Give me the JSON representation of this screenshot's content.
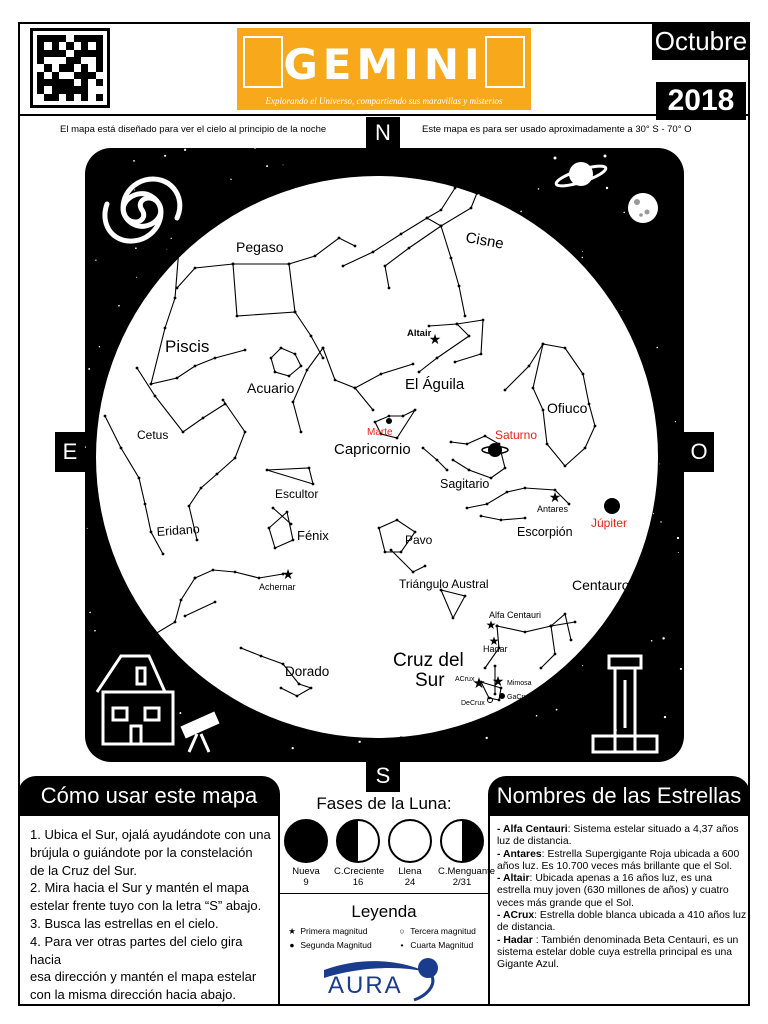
{
  "header": {
    "logo_text": "GEMINI",
    "logo_tagline": "Explorando el Universo, compartiendo sus maravillas y misterios",
    "month": "Octubre",
    "year": "2018"
  },
  "notes": {
    "left": "El mapa está diseñado para ver el cielo al principio de la noche",
    "right": "Este mapa es para ser usado aproximadamente a 30° S - 70° O"
  },
  "directions": {
    "north": "N",
    "south": "S",
    "east": "E",
    "west": "O"
  },
  "map": {
    "url": "www.gemini.edu",
    "constellations": [
      {
        "label": "Cisne"
      },
      {
        "label": "Pegaso"
      },
      {
        "label": "Piscis"
      },
      {
        "label": "Acuario"
      },
      {
        "label": "El Águila"
      },
      {
        "label": "Ofiuco"
      },
      {
        "label": "Cetus"
      },
      {
        "label": "Capricornio"
      },
      {
        "label": "Sagitario"
      },
      {
        "label": "Escultor"
      },
      {
        "label": "Escorpión"
      },
      {
        "label": "Eridano"
      },
      {
        "label": "Fénix"
      },
      {
        "label": "Pavo"
      },
      {
        "label": "Centauro"
      },
      {
        "label": "Triángulo Austral"
      },
      {
        "label": "Dorado"
      },
      {
        "label": "Cruz del"
      },
      {
        "label": "Sur"
      }
    ],
    "stars": [
      {
        "label": "Altair"
      },
      {
        "label": "Antares"
      },
      {
        "label": "Achernar"
      },
      {
        "label": "Alfa Centauri"
      },
      {
        "label": "Hadar"
      },
      {
        "label": "ACrux"
      },
      {
        "label": "Mimosa"
      },
      {
        "label": "GaCrux"
      },
      {
        "label": "DeCrux"
      }
    ],
    "planets": [
      {
        "label": "Marte"
      },
      {
        "label": "Saturno"
      },
      {
        "label": "Júpiter"
      }
    ],
    "planet_color": "#e2231a"
  },
  "howto": {
    "title": "Cómo usar este mapa",
    "steps": [
      "1. Ubica el Sur, ojalá ayudándote con una",
      "brújula o guiándote por la constelación",
      "de la Cruz del Sur.",
      "2. Mira hacia el Sur y mantén el mapa",
      "estelar frente tuyo con la letra “S” abajo.",
      "3. Busca las estrellas en el cielo.",
      "4. Para ver otras partes del cielo gira hacia",
      "esa dirección y mantén el mapa estelar",
      "con la misma dirección hacia abajo."
    ]
  },
  "moon": {
    "title": "Fases de la Luna:",
    "phases": [
      {
        "name": "Nueva",
        "day": "9"
      },
      {
        "name": "C.Creciente",
        "day": "16"
      },
      {
        "name": "Llena",
        "day": "24"
      },
      {
        "name": "C.Menguante",
        "day": "2/31"
      }
    ]
  },
  "legend": {
    "title": "Leyenda",
    "items": [
      {
        "symbol": "★",
        "label": "Primera magnitud"
      },
      {
        "symbol": "○",
        "label": "Tercera magnitud"
      },
      {
        "symbol": "●",
        "label": "Segunda Magnitud"
      },
      {
        "symbol": "•",
        "label": "Cuarta Magnitud"
      }
    ],
    "org": "AURA"
  },
  "star_names": {
    "title": "Nombres de las Estrellas",
    "entries": [
      {
        "name": "- Alfa Centauri",
        "sep": ": ",
        "desc": "Sistema estelar situado a 4,37 años luz de distancia."
      },
      {
        "name": "- Antares",
        "sep": ": ",
        "desc": "Estrella Supergigante Roja ubicada a 600 años luz. Es 10.700 veces más brillante que el Sol."
      },
      {
        "name": "- Altair",
        "sep": ": ",
        "desc": "Ubicada apenas a 16 años luz, es una estrella muy joven (630 millones de años) y cuatro veces más grande que el Sol."
      },
      {
        "name": "- ACrux",
        "sep": ": ",
        "desc": "Estrella doble blanca ubicada a 410 años luz de distancia."
      },
      {
        "name": "- Hadar",
        "sep": " : ",
        "desc": "También denominada Beta Centauri, es un sistema estelar doble cuya estrella principal es una Gigante Azul."
      }
    ]
  }
}
